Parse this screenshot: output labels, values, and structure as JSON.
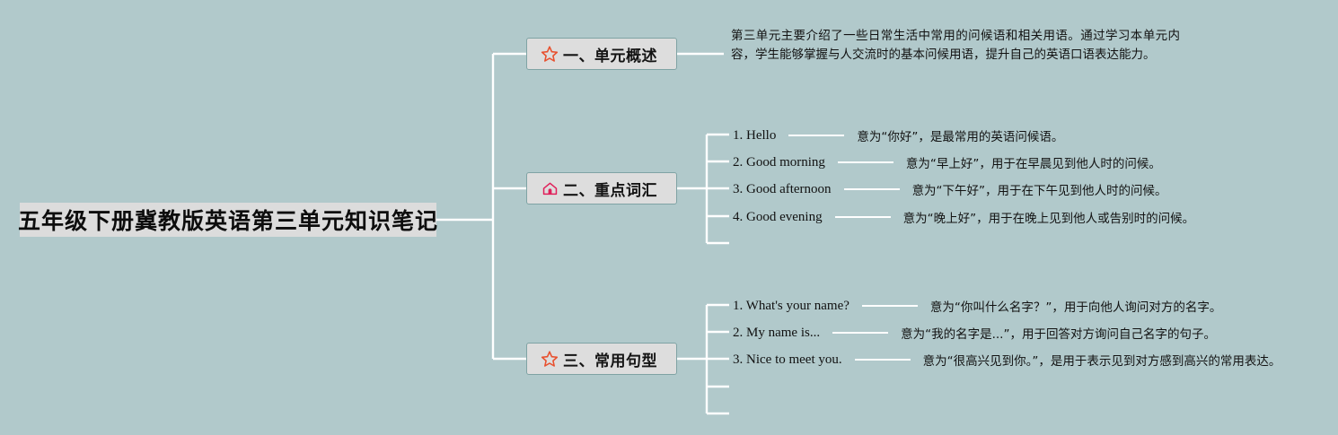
{
  "background_color": "#b1c9cb",
  "root": {
    "label": "五年级下册冀教版英语第三单元知识笔记"
  },
  "branches": [
    {
      "id": "overview",
      "icon": "star-icon",
      "icon_color": "#e8502e",
      "label": "一、单元概述",
      "body": "第三单元主要介绍了一些日常生活中常用的问候语和相关用语。通过学习本单元内容，学生能够掌握与人交流时的基本问候用语，提升自己的英语口语表达能力。"
    },
    {
      "id": "vocabulary",
      "icon": "home-icon",
      "icon_color": "#e0205a",
      "label": "二、重点词汇",
      "items": [
        {
          "term": "1. Hello",
          "desc": "意为“你好”，是最常用的英语问候语。"
        },
        {
          "term": "2. Good morning",
          "desc": "意为“早上好”，用于在早晨见到他人时的问候。"
        },
        {
          "term": "3. Good afternoon",
          "desc": "意为“下午好”，用于在下午见到他人时的问候。"
        },
        {
          "term": "4. Good evening",
          "desc": "意为“晚上好”，用于在晚上见到他人或告别时的问候。"
        }
      ]
    },
    {
      "id": "sentences",
      "icon": "star-icon",
      "icon_color": "#e8502e",
      "label": "三、常用句型",
      "items": [
        {
          "term": "1. What's your name?",
          "desc": "意为“你叫什么名字？”，用于向他人询问对方的名字。"
        },
        {
          "term": "2. My name is...",
          "desc": "意为“我的名字是...”，用于回答对方询问自己名字的句子。"
        },
        {
          "term": "3. Nice to meet you.",
          "desc": "意为“很高兴见到你。”，是用于表示见到对方感到高兴的常用表达。"
        }
      ]
    }
  ],
  "connector_color": "#ffffff"
}
